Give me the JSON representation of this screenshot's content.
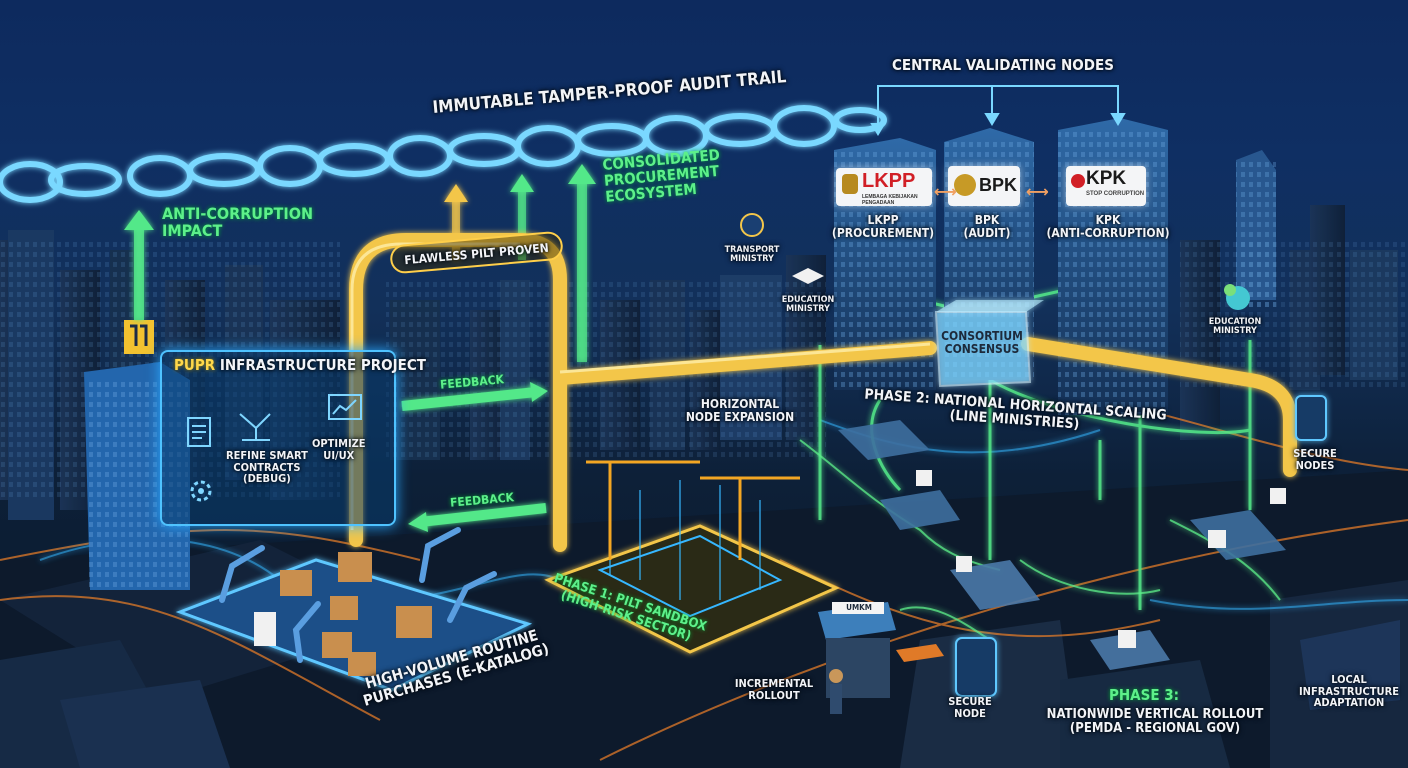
{
  "labels": {
    "audit_trail": "IMMUTABLE TAMPER-PROOF AUDIT TRAIL",
    "central_nodes": "CENTRAL VALIDATING NODES",
    "anti_corruption": "ANTI-CORRUPTION\nIMPACT",
    "consolidated": "CONSOLIDATED\nPROCUREMENT\nECOSYSTEM",
    "flawless": "FLAWLESS PILT PROVEN",
    "feedback_1": "FEEDBACK",
    "feedback_2": "FEEDBACK",
    "transport": "TRANSPORT\nMINISTRY",
    "education_1": "EDUCATION\nMINISTRY",
    "education_2": "EDUCATION\nMINISTRY",
    "consensus": "CONSORTIUM\nCONSENSUS",
    "horizontal_expansion": "HORIZONTAL\nNODE EXPANSION",
    "phase2": "PHASE 2: NATIONAL HORIZONTAL SCALING\n(LINE MINISTRIES)",
    "secure_nodes": "SECURE\nNODES",
    "phase1": "PHASE 1: PILT sandbox\n(HIGH-RISK SECTOR)",
    "high_volume": "HIGH-VOLUME ROUTINE\nPURCHASES (E-KATALOG)",
    "incremental": "INCREMENTAL\nROLLOUT",
    "secure_node": "SECURE\nNODE",
    "phase3_title": "PHASE 3:",
    "phase3_sub": "NATIONWIDE VERTICAL ROLLOUT\n(PEMDA - REGIONAL GOV)",
    "local_infra": "LOCAL\nINFRASTRUCTURE\nADAPTATION",
    "shop_sign": "UMKM"
  },
  "panel": {
    "title_accent": "PUPR",
    "title_rest": " INFRASTRUCTURE PROJECT",
    "refine": "REFINE SMART\nCONTRACTS\n(DEBUG)",
    "optimize": "OPTIMIZE\nUI/UX"
  },
  "agencies": [
    {
      "logo": "LKPP",
      "name": "LKPP",
      "role": "(PROCUREMENT)",
      "tagline": "LEMBAGA KEBIJAKAN PENGADAAN"
    },
    {
      "logo": "BPK",
      "name": "BPK",
      "role": "(AUDIT)"
    },
    {
      "logo": "KPK",
      "name": "KPK",
      "role": "(ANTI-CORRUPTION)",
      "tagline": "STOP CORRUPTION"
    }
  ],
  "colors": {
    "chain": "#7ad8ff",
    "pipe": "#f3c64a",
    "flow": "#53e889",
    "glow": "#36b7ff",
    "lkpp_red": "#d11f26"
  },
  "icons": [
    "chain-icon",
    "pipe-icon",
    "document-icon",
    "contract-icon",
    "chart-icon",
    "gear-icon",
    "robot-arm-icon",
    "crane-icon",
    "shop-icon",
    "phone-icon",
    "shield-icon",
    "pu-logo-icon"
  ]
}
